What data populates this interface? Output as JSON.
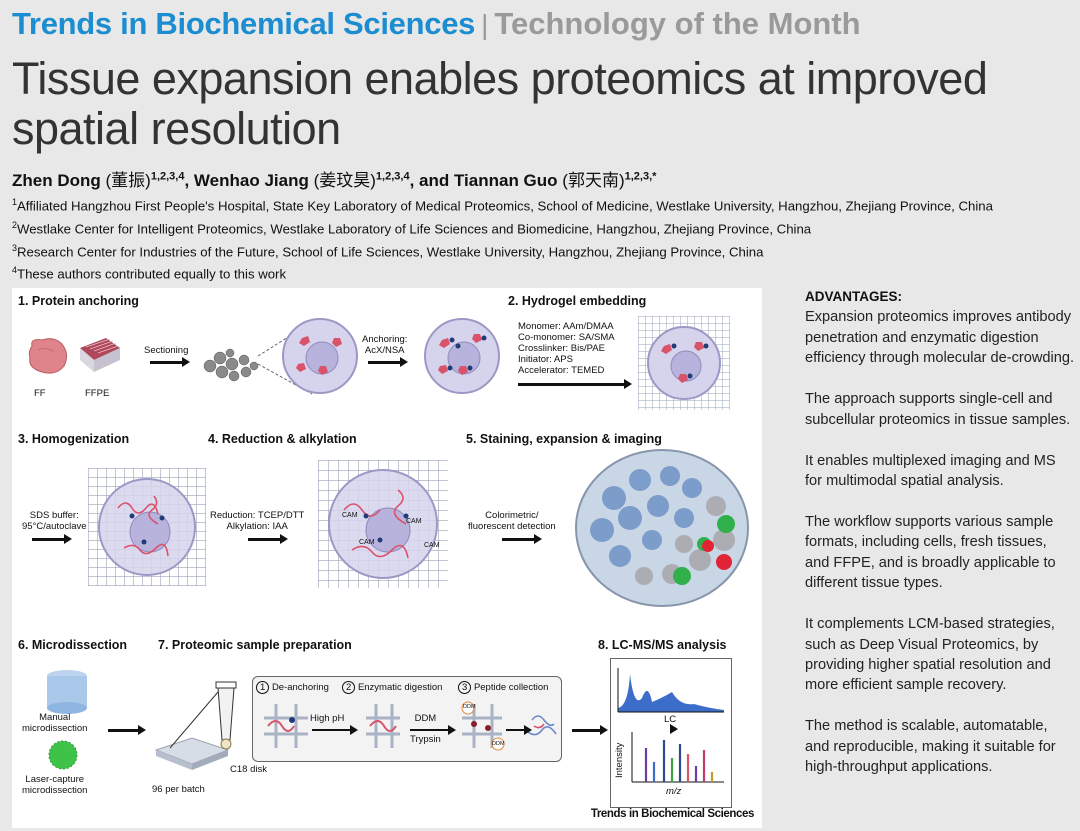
{
  "header": {
    "journal": "Trends in Biochemical Sciences",
    "separator": "|",
    "section": "Technology of the Month"
  },
  "title": "Tissue expansion enables proteomics at improved spatial resolution",
  "authors": [
    {
      "name": "Zhen Dong",
      "cjk": "(董振)",
      "sup": "1,2,3,4"
    },
    {
      "name": "Wenhao Jiang",
      "cjk": "(姜玟昊)",
      "sup": "1,2,3,4"
    },
    {
      "name": "Tiannan Guo",
      "cjk": "(郭天南)",
      "sup": "1,2,3,*"
    }
  ],
  "author_joiners": [
    ", ",
    ", and "
  ],
  "affiliations": [
    {
      "num": "1",
      "text": "Affiliated Hangzhou First People's Hospital, State Key Laboratory of Medical Proteomics, School of Medicine, Westlake University, Hangzhou, Zhejiang Province, China"
    },
    {
      "num": "2",
      "text": "Westlake Center for Intelligent Proteomics, Westlake Laboratory of Life Sciences and Biomedicine, Hangzhou, Zhejiang Province, China"
    },
    {
      "num": "3",
      "text": "Research Center for Industries of the Future, School of Life Sciences, Westlake University, Hangzhou, Zhejiang Province, China"
    },
    {
      "num": "4",
      "text": "These authors contributed equally to this work"
    }
  ],
  "figure": {
    "steps": {
      "s1": "1. Protein anchoring",
      "s2": "2. Hydrogel embedding",
      "s3": "3. Homogenization",
      "s4": "4. Reduction & alkylation",
      "s5": "5. Staining, expansion & imaging",
      "s6": "6. Microdissection",
      "s7": "7. Proteomic sample preparation",
      "s8": "8. LC-MS/MS analysis"
    },
    "labels": {
      "ff": "FF",
      "ffpe": "FFPE",
      "sectioning": "Sectioning",
      "anchoring1": "Anchoring:",
      "anchoring2": "AcX/NSA",
      "monomer": "Monomer: AAm/DMAA",
      "comonomer": "Co-monomer: SA/SMA",
      "crosslinker": "Crosslinker: Bis/PAE",
      "initiator": "Initiator: APS",
      "accelerator": "Accelerator: TEMED",
      "sds1": "SDS buffer:",
      "sds2": "95°C/autoclave",
      "red1": "Reduction: TCEP/DTT",
      "red2": "Alkylation: IAA",
      "color1": "Colorimetric/",
      "color2": "fluorescent detection",
      "cam": "CAM",
      "manual1": "Manual",
      "manual2": "microdissection",
      "laser1": "Laser-capture",
      "laser2": "microdissection",
      "batch": "96 per batch",
      "c18": "C18 disk",
      "p1": "De-anchoring",
      "p2": "Enzymatic digestion",
      "p3": "Peptide collection",
      "n1": "1",
      "n2": "2",
      "n3": "3",
      "highph": "High pH",
      "ddm": "DDM",
      "trypsin": "Trypsin",
      "ddm_tag": "DDM",
      "lc": "LC",
      "intensity": "Intensity",
      "mz": "m/z"
    },
    "credit": "Trends in Biochemical Sciences"
  },
  "sidebar": {
    "heading": "ADVANTAGES:",
    "points": [
      "Expansion proteomics improves antibody penetration and enzymatic digestion efficiency through molecular de-crowding.",
      "The approach supports single-cell and subcellular proteomics in tissue samples.",
      "It enables multiplexed imaging and MS for multimodal spatial analysis.",
      "The workflow supports various sample formats, including cells, fresh tissues, and FFPE, and is broadly applicable to different tissue types.",
      "It complements LCM-based strategies, such as Deep Visual Proteomics, by providing higher spatial resolution and more efficient sample recovery.",
      "The method is scalable, automatable, and reproducible, making it suitable for high-throughput applications."
    ]
  },
  "colors": {
    "journal_blue": "#1b8dd0",
    "section_gray": "#9a9a9a",
    "cell_purple": "#c9c6e6",
    "protein_red": "#d9536b",
    "gel_blue": "#5a7fb8"
  }
}
